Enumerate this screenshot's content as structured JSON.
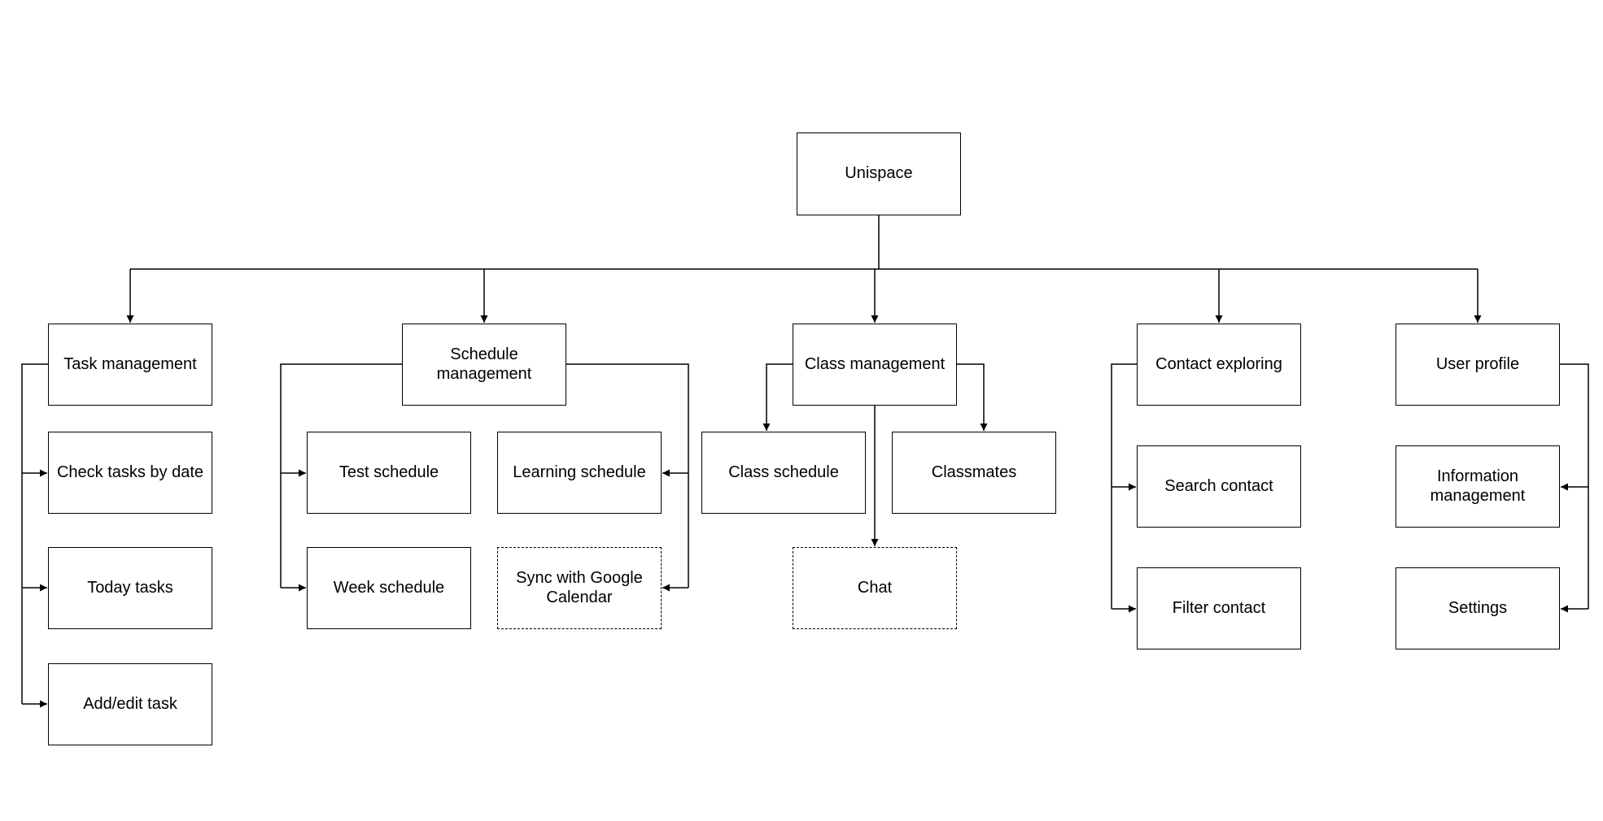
{
  "diagram": {
    "root": {
      "label": "Unispace"
    },
    "modules": [
      {
        "label": "Task management",
        "children": [
          {
            "label": "Check tasks by date",
            "planned": false
          },
          {
            "label": "Today tasks",
            "planned": false
          },
          {
            "label": "Add/edit task",
            "planned": false
          }
        ]
      },
      {
        "label": "Schedule management",
        "children": [
          {
            "label": "Test schedule",
            "planned": false
          },
          {
            "label": "Week schedule",
            "planned": false
          },
          {
            "label": "Learning schedule",
            "planned": false
          },
          {
            "label": "Sync with Google Calendar",
            "planned": true
          }
        ]
      },
      {
        "label": "Class management",
        "children": [
          {
            "label": "Class schedule",
            "planned": false
          },
          {
            "label": "Classmates",
            "planned": false
          },
          {
            "label": "Chat",
            "planned": true
          }
        ]
      },
      {
        "label": "Contact exploring",
        "children": [
          {
            "label": "Search contact",
            "planned": false
          },
          {
            "label": "Filter contact",
            "planned": false
          }
        ]
      },
      {
        "label": "User profile",
        "children": [
          {
            "label": "Information management",
            "planned": false
          },
          {
            "label": "Settings",
            "planned": false
          }
        ]
      }
    ]
  }
}
